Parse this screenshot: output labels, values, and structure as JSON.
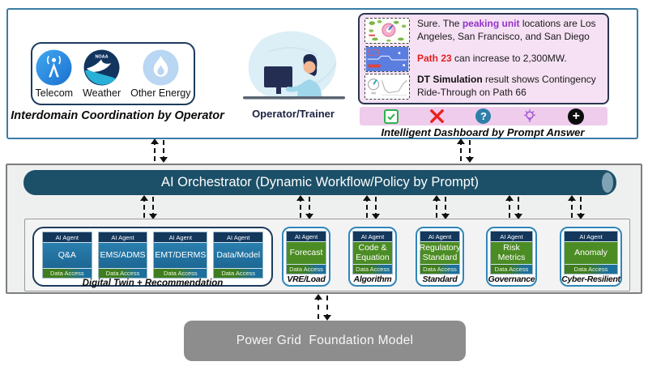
{
  "top": {
    "interdomain": {
      "items": [
        {
          "label": "Telecom",
          "icon": "telecom-antenna-icon"
        },
        {
          "label": "Weather",
          "icon": "noaa-weather-icon"
        },
        {
          "label": "Other Energy",
          "icon": "energy-flame-icon"
        }
      ],
      "caption": "Interdomain Coordination by Operator"
    },
    "operator": {
      "label": "Operator/Trainer"
    },
    "dashboard": {
      "messages": [
        {
          "prefix": "Sure. The ",
          "highlight": "peaking unit",
          "suffix": " locations are Los Angeles, San Francisco, and San Diego",
          "highlight_color": "#9333c9",
          "thumbnail": "map-thumbnail"
        },
        {
          "prefix": "",
          "highlight": "Path 23",
          "suffix": " can increase to 2,300MW.",
          "highlight_color": "#e02020",
          "thumbnail": "path-chart-thumbnail"
        },
        {
          "prefix": "",
          "highlight": "DT Simulation",
          "suffix": " result shows Contingency Ride-Through on Path 66",
          "highlight_color": "#111111",
          "thumbnail": "simulation-chart-thumbnail"
        }
      ],
      "action_icons": [
        {
          "name": "check-icon",
          "glyph": "✓",
          "color": "#2cb34a"
        },
        {
          "name": "cross-icon",
          "glyph": "✕",
          "color": "#e8231f"
        },
        {
          "name": "question-icon",
          "glyph": "?",
          "color": "#2e7fa8"
        },
        {
          "name": "idea-bulb-icon",
          "glyph": "💡",
          "color": "#9b4fd4"
        },
        {
          "name": "add-plus-icon",
          "glyph": "+",
          "color": "#0c0c0c"
        }
      ],
      "caption": "Intelligent Dashboard by Prompt Answer"
    }
  },
  "orchestrator": {
    "label": "AI Orchestrator (Dynamic Workflow/Policy by Prompt)"
  },
  "agents": {
    "header_label": "AI Agent",
    "footer_label": "Data Access",
    "dt_group": {
      "items": [
        {
          "name": "Q&A"
        },
        {
          "name": "EMS/ADMS"
        },
        {
          "name": "EMT/DERMS"
        },
        {
          "name": "Data/Model"
        }
      ],
      "caption": "Digital Twin + Recommendation"
    },
    "solo": [
      {
        "name": "Forecast",
        "caption": "VRE/Load"
      },
      {
        "name": "Code & Equation",
        "caption": "Algorithm"
      },
      {
        "name": "Regulatory Standard",
        "caption": "Standard"
      },
      {
        "name": "Risk Metrics",
        "caption": "Governance"
      },
      {
        "name": "Anomaly",
        "caption": "Cyber-Resilient"
      }
    ]
  },
  "foundation": {
    "label": "Power Grid  Foundation Model"
  },
  "colors": {
    "top_border": "#3a7ca5",
    "navy": "#1e3c5e",
    "orchestrator_bar": "#1c5068",
    "agent_teal": "#1d6794",
    "agent_green": "#4c8c24",
    "agent_header": "#14375c",
    "footer_green": "#3f7d1f",
    "footer_teal": "#1d6f9c",
    "chat_pink": "#f6e1f4",
    "strip_pink": "#efccec",
    "foundation_gray": "#8d8d8d"
  }
}
